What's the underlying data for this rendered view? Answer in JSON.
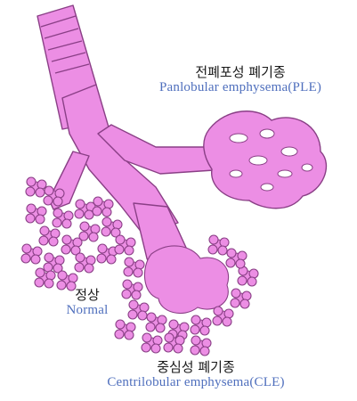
{
  "labels": {
    "panlobular": {
      "korean": "전폐포성 폐기종",
      "english": "Panlobular emphysema(PLE)"
    },
    "normal": {
      "korean": "정상",
      "english": "Normal"
    },
    "centrilobular": {
      "korean": "중심성 폐기종",
      "english": "Centrilobular emphysema(CLE)"
    }
  },
  "colors": {
    "tissue_fill": "#ec8ee4",
    "tissue_outline": "#8a3f86",
    "korean_text": "#1a1a1a",
    "english_text": "#4f6fbd"
  }
}
